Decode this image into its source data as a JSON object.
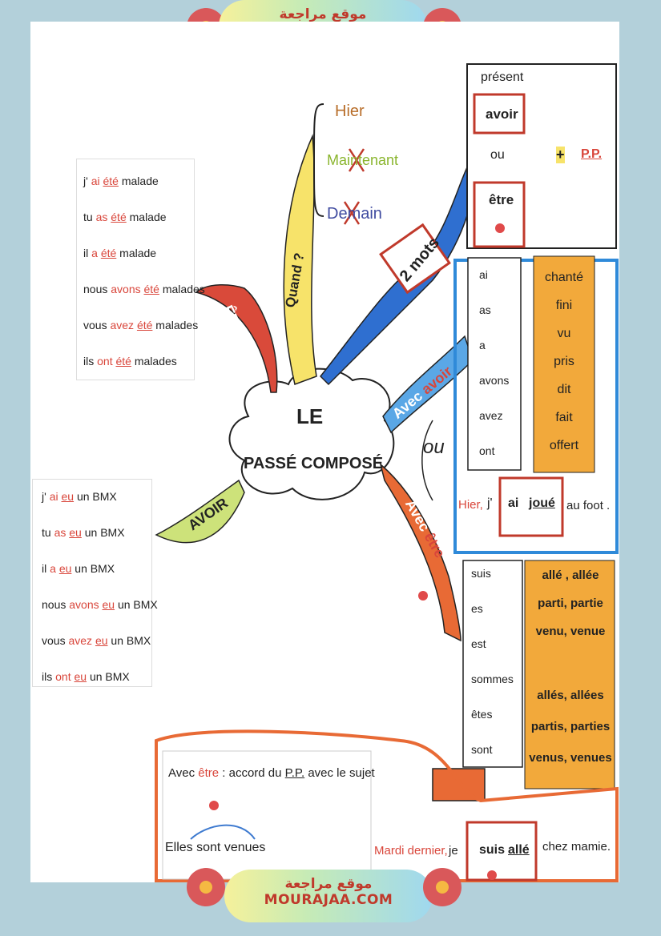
{
  "site": {
    "arabic": "موقع مراجعة",
    "name": "MOURAJAA.COM"
  },
  "center": {
    "line1": "LE",
    "line2": "PASSÉ  COMPOSÉ"
  },
  "branches": {
    "etre": "ÊTRE",
    "quand": "Quand ?",
    "deux_mots": "2 mots",
    "avec_avoir_1": "Avec",
    "avec_avoir_2": "avoir",
    "avoir": "AVOIR",
    "avec_etre_1": "Avec",
    "avec_etre_2": "être",
    "ou": "ou"
  },
  "quand": {
    "hier": "Hier",
    "maintenant": "Maintenant",
    "demain": "Demain"
  },
  "top_right": {
    "present": "présent",
    "avoir": "avoir",
    "ou": "ou",
    "plus": "+",
    "pp": "P.P.",
    "etre": "être"
  },
  "etre_conj": [
    {
      "pro": "j'",
      "aux": "ai",
      "pp": "été",
      "adj": "malade"
    },
    {
      "pro": "tu",
      "aux": "as",
      "pp": "été",
      "adj": "malade"
    },
    {
      "pro": "il",
      "aux": "a",
      "pp": "été",
      "adj": "malade"
    },
    {
      "pro": "nous",
      "aux": "avons",
      "pp": "été",
      "adj": "malades"
    },
    {
      "pro": "vous",
      "aux": "avez",
      "pp": "été",
      "adj": "malades"
    },
    {
      "pro": "ils",
      "aux": "ont",
      "pp": "été",
      "adj": "malades"
    }
  ],
  "avoir_conj": [
    {
      "pro": "j'",
      "aux": "ai",
      "pp": "eu",
      "obj": "un BMX"
    },
    {
      "pro": "tu",
      "aux": "as",
      "pp": "eu",
      "obj": "un BMX"
    },
    {
      "pro": "il",
      "aux": "a",
      "pp": "eu",
      "obj": "un BMX"
    },
    {
      "pro": "nous",
      "aux": "avons",
      "pp": "eu",
      "obj": "un BMX"
    },
    {
      "pro": "vous",
      "aux": "avez",
      "pp": "eu",
      "obj": "un BMX"
    },
    {
      "pro": "ils",
      "aux": "ont",
      "pp": "eu",
      "obj": "un BMX"
    }
  ],
  "avoir_aux": [
    "ai",
    "as",
    "a",
    "avons",
    "avez",
    "ont"
  ],
  "avoir_pp": [
    "chanté",
    "fini",
    "vu",
    "pris",
    "dit",
    "fait",
    "offert"
  ],
  "avoir_example": {
    "hier": "Hier,",
    "je": "j'",
    "ai": "ai",
    "joue": "joué",
    "rest": "au foot ."
  },
  "etre_aux": [
    "suis",
    "es",
    "est",
    "sommes",
    "êtes",
    "sont"
  ],
  "etre_pp_sing": [
    "allé , allée",
    "parti, partie",
    "venu, venue"
  ],
  "etre_pp_plur": [
    "allés, allées",
    "partis, parties",
    "venus, venues"
  ],
  "accord": {
    "avec": "Avec",
    "etre": "être",
    "rest": ": accord du",
    "pp": "P.P.",
    "rest2": "avec le sujet",
    "example": "Elles sont venues"
  },
  "etre_example": {
    "mardi": "Mardi dernier,",
    "je": "je",
    "suis": "suis",
    "alle": "allé",
    "rest": "chez mamie."
  }
}
